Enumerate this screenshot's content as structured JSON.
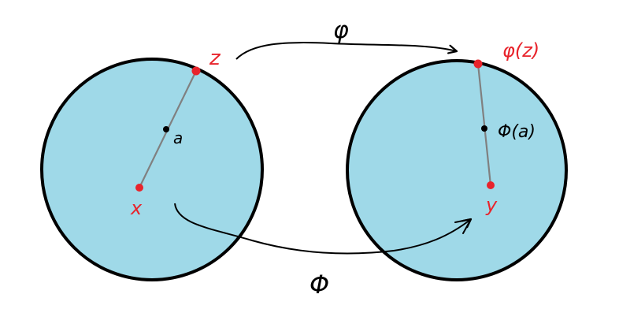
{
  "diagram": {
    "labels": {
      "z": "z",
      "a": "a",
      "x": "x",
      "phi": "φ",
      "phi_z": "φ(z)",
      "Phi_a": "Φ(a)",
      "y": "y",
      "Phi": "Φ"
    },
    "colors": {
      "disk_fill": "#9fd9e8",
      "disk_stroke": "#000000",
      "marked_point": "#e8232b",
      "center_point": "#000000",
      "segment": "#808080",
      "arrow": "#000000",
      "red_label": "#e8232b",
      "black_label": "#000000"
    }
  }
}
